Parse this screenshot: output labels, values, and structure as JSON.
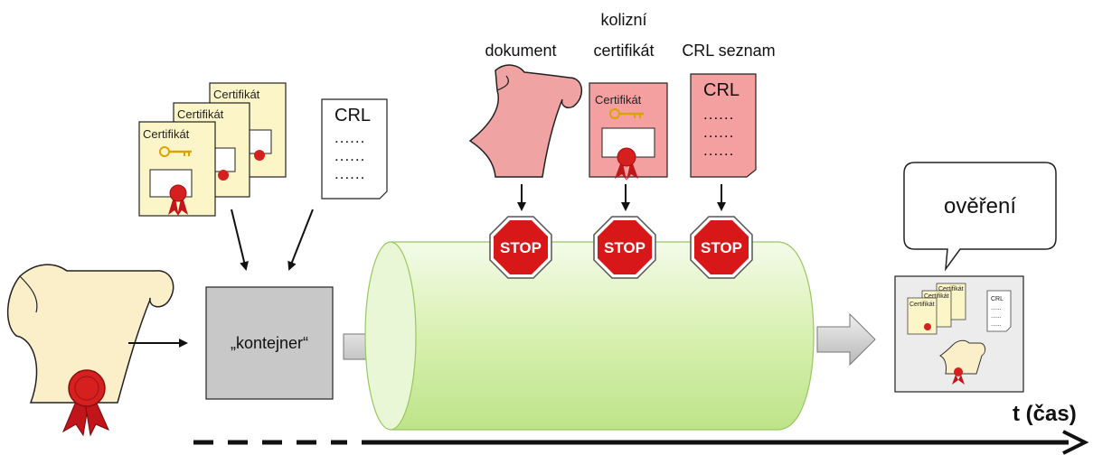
{
  "certificate_label": "Certifikát",
  "crl_label": "CRL",
  "crl_dots": "......",
  "container_label": "„kontejner“",
  "label_document": "dokument",
  "label_collision_line1": "kolizní",
  "label_collision_line2": "certifikát",
  "label_crl_list": "CRL seznam",
  "stop_label": "STOP",
  "verification_label": "ověření",
  "time_label": "t (čas)",
  "colors": {
    "cert_fill": "#fcf5c8",
    "cert_pink": "#f5a0a0",
    "scroll_fill": "#fbefc9",
    "scroll_pink": "#f0a3a3",
    "tube": "#d9f2b4",
    "stop_red": "#d81818",
    "seal": "#d6201f",
    "container": "#c8c8c8"
  }
}
